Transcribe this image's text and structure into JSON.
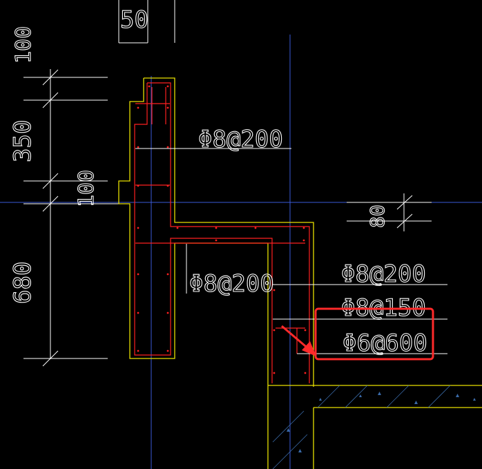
{
  "colors": {
    "background": "#000000",
    "outline": "#e8e000",
    "rebar": "#ff2020",
    "axis": "#3a5ad8",
    "dimension": "#ffffff",
    "highlight": "#ff2a2a",
    "hatch": "#3a6aa8"
  },
  "dimensions": {
    "top_50": "50",
    "left_100_top": "100",
    "left_350": "350",
    "left_100_mid": "100",
    "left_680": "680",
    "right_80": "80"
  },
  "callouts": {
    "rebar_upper": "Φ8@200",
    "rebar_middle": "Φ8@200",
    "rebar_right_1": "Φ8@200",
    "rebar_right_2": "Φ8@150",
    "rebar_highlighted": "Φ6@600"
  },
  "annotation": {
    "highlight_box_target": "rebar_highlighted",
    "arrow_icon": "arrow-icon"
  }
}
